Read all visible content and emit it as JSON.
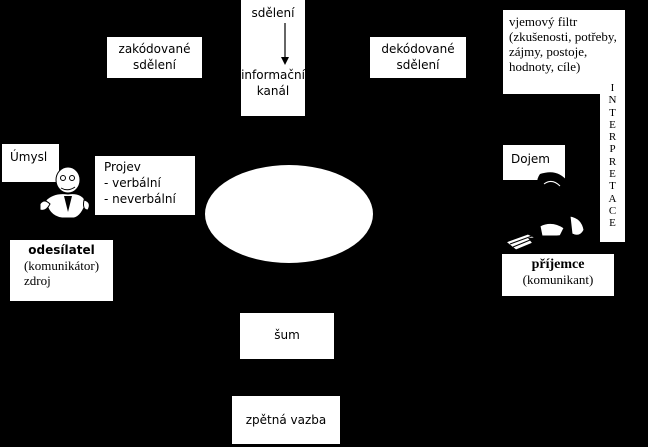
{
  "message_box": {
    "message": "sdělení",
    "channel_lines": [
      "informační",
      "kanál"
    ]
  },
  "encoded_message": [
    "zakódované",
    "sdělení"
  ],
  "decoded_message": [
    "dekódované",
    "sdělení"
  ],
  "perception_filter": [
    "vjemový  filtr",
    "(zkušenosti, potřeby,",
    "zájmy,  postoje,",
    "hodnoty,  cíle)"
  ],
  "interpretation_letters": [
    "I",
    "N",
    "T",
    "E",
    "R",
    "P",
    "R",
    "E",
    "T",
    "A",
    "C",
    "E"
  ],
  "intent": "Úmysl",
  "impression": "Dojem",
  "expression": {
    "title": "Projev",
    "items": [
      "-  verbální",
      "-  neverbální"
    ]
  },
  "sender": {
    "title": "odesílatel",
    "lines": [
      "(komunikátor)",
      "zdroj"
    ]
  },
  "receiver": {
    "title": "příjemce",
    "lines": [
      "(komunikant)"
    ]
  },
  "noise": "šum",
  "feedback": "zpětná vazba",
  "colors": {
    "background": "#000000",
    "box": "#ffffff",
    "text": "#000000"
  }
}
